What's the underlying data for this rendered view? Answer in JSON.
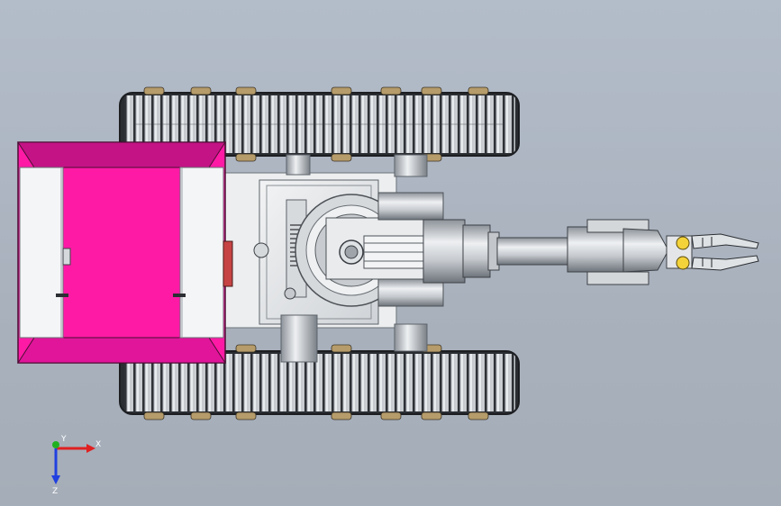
{
  "triad": {
    "x_label": "X",
    "y_label": "Y",
    "z_label": "Z",
    "colors": {
      "x": "#e02020",
      "y": "#20b020",
      "z": "#2040e0"
    }
  },
  "scene": {
    "colors": {
      "background": "#aeb6c2",
      "bin_magenta": "#ff1aa6",
      "bin_dark": "#c41385",
      "track": "#3a3d42",
      "metal": "#c9cdd2",
      "metal_light": "#e6e8ea",
      "bolt": "#b8a070"
    }
  }
}
